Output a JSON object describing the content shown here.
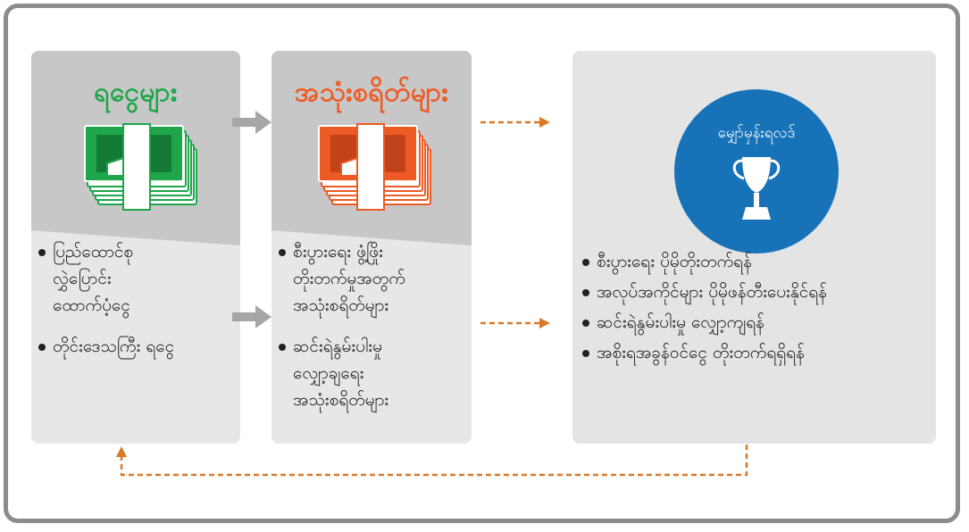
{
  "colors": {
    "green": "#1fa64a",
    "orange": "#ee5a24",
    "blue": "#1872b8",
    "dashed_arrow": "#d9792c",
    "gray_arrow": "#a6a6a6"
  },
  "panels": {
    "left": {
      "title": "ရငွေများ",
      "icon": "money-stack-icon",
      "bullets": [
        "ပြည်ထောင်စု\nလွှဲပြောင်း\nထောက်ပံ့ငွေ",
        "တိုင်းဒေသကြီး ရငွေ"
      ]
    },
    "middle": {
      "title": "အသုံးစရိတ်များ",
      "icon": "money-stack-icon",
      "bullets": [
        "စီးပွားရေး ဖွံ့ဖြိုး\nတိုးတက်မှုအတွက်\nအသုံးစရိတ်များ",
        "ဆင်းရဲနွမ်းပါးမှု\nလျှော့ချရေး\nအသုံးစရိတ်များ"
      ]
    },
    "right": {
      "badge_label": "မျှော်မှန်းရလဒ်",
      "icon": "trophy-icon",
      "bullets": [
        "စီးပွားရေး ပိုမိုတိုးတက်ရန်",
        "အလုပ်အကိုင်များ ပိုမိုဖန်တီးပေးနိုင်ရန်",
        "ဆင်းရဲနွမ်းပါးမှု လျှော့ကျရန်",
        "အစိုးရအခွန်ဝင်ငွေ တိုးတက်ရရှိရန်"
      ]
    }
  }
}
